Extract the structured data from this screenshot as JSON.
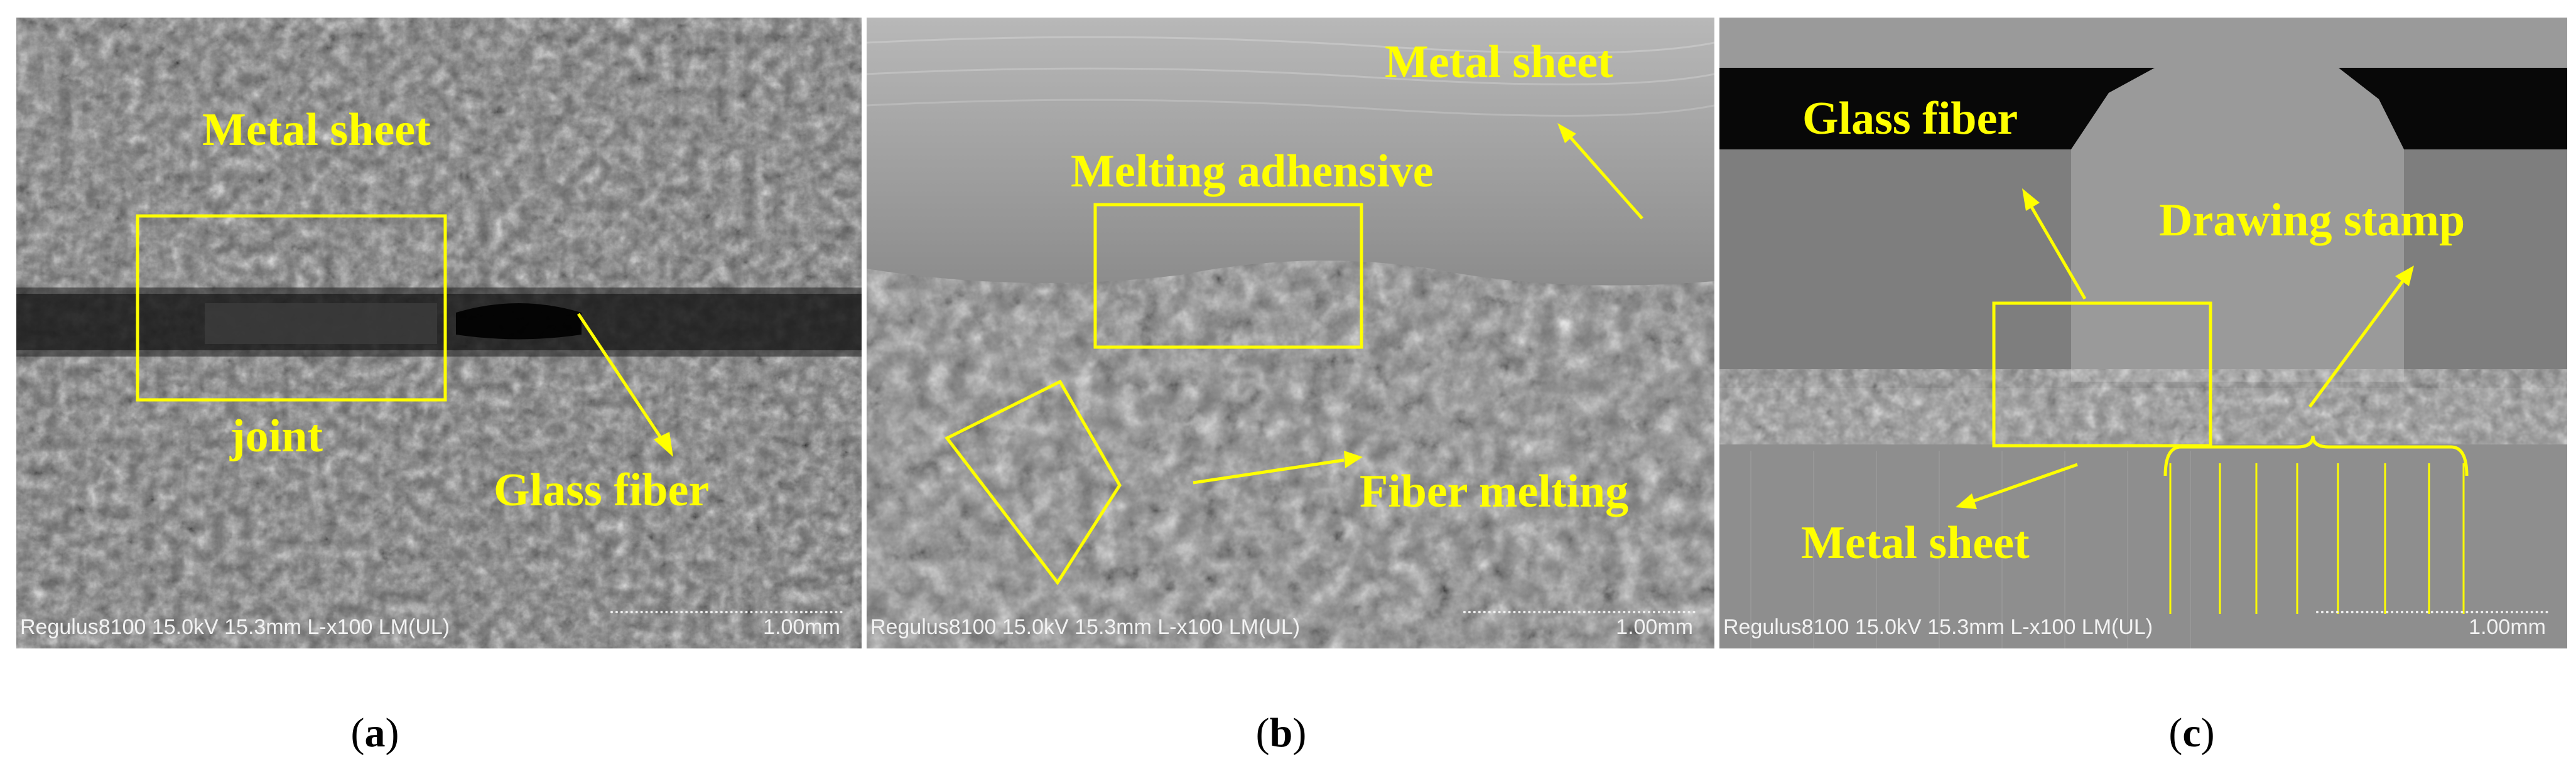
{
  "panels": [
    {
      "id": "a",
      "labels": {
        "metal_sheet": "Metal sheet",
        "joint": "joint",
        "glass_fiber": "Glass fiber"
      },
      "info": "Regulus8100 15.0kV 15.3mm L-x100 LM(UL)",
      "scale": "1.00mm",
      "caption": "a"
    },
    {
      "id": "b",
      "labels": {
        "metal_sheet": "Metal sheet",
        "melting_adhesive": "Melting adhensive",
        "fiber_melting": "Fiber melting"
      },
      "info": "Regulus8100 15.0kV 15.3mm L-x100 LM(UL)",
      "scale": "1.00mm",
      "caption": "b"
    },
    {
      "id": "c",
      "labels": {
        "glass_fiber": "Glass fiber",
        "drawing_stamp": "Drawing stamp",
        "metal_sheet": "Metal sheet"
      },
      "info": "Regulus8100 15.0kV 15.3mm L-x100 LM(UL)",
      "scale": "1.00mm",
      "caption": "c"
    }
  ],
  "colors": {
    "annotation": "#ffff00",
    "caption": "#000000"
  }
}
